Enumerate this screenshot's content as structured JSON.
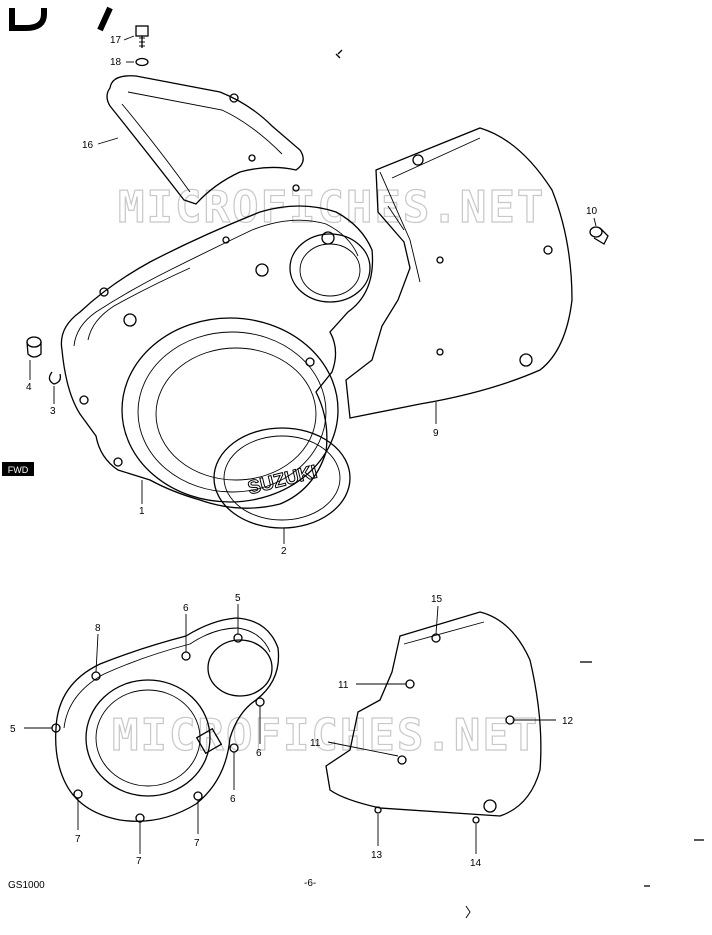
{
  "watermark": "MICROFICHES.NET",
  "cover_logo": "SUZUKI",
  "fwd_tag": "FWD",
  "footer": {
    "model": "GS1000",
    "page": "-6-"
  },
  "callouts": {
    "c1": "1",
    "c2": "2",
    "c3": "3",
    "c4": "4",
    "c5a": "5",
    "c5b": "5",
    "c6a": "6",
    "c6b": "6",
    "c6c": "6",
    "c7a": "7",
    "c7b": "7",
    "c7c": "7",
    "c8": "8",
    "c9": "9",
    "c10": "10",
    "c11a": "11",
    "c11b": "11",
    "c12": "12",
    "c13": "13",
    "c14": "14",
    "c15": "15",
    "c16": "16",
    "c17": "17",
    "c18": "18"
  }
}
